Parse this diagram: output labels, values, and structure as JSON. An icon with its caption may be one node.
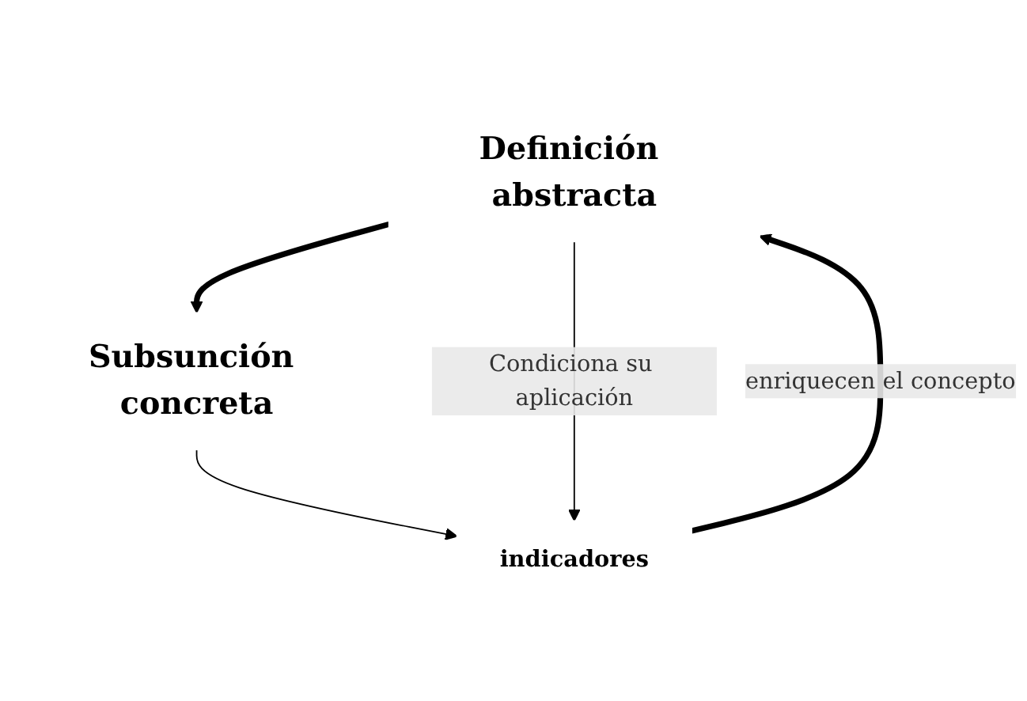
{
  "diagram": {
    "nodes": [
      {
        "text": [
          "Definición abstracta"
        ]
      },
      {
        "text": [
          "Subsunción concreta"
        ]
      },
      {
        "text": [
          "indicadores"
        ]
      }
    ],
    "edges": [
      {
        "from": 0,
        "to": 1,
        "arrow": "to",
        "style": "thick"
      },
      {
        "from": 1,
        "to": 2,
        "arrow": "to"
      },
      {
        "from": 0,
        "to": 2,
        "arrow": "to",
        "label": "Condiciona su aplicación"
      },
      {
        "from": 2,
        "to": 0,
        "arrow": "to",
        "style": "thick",
        "label": "enriquecen el concepto"
      }
    ]
  }
}
